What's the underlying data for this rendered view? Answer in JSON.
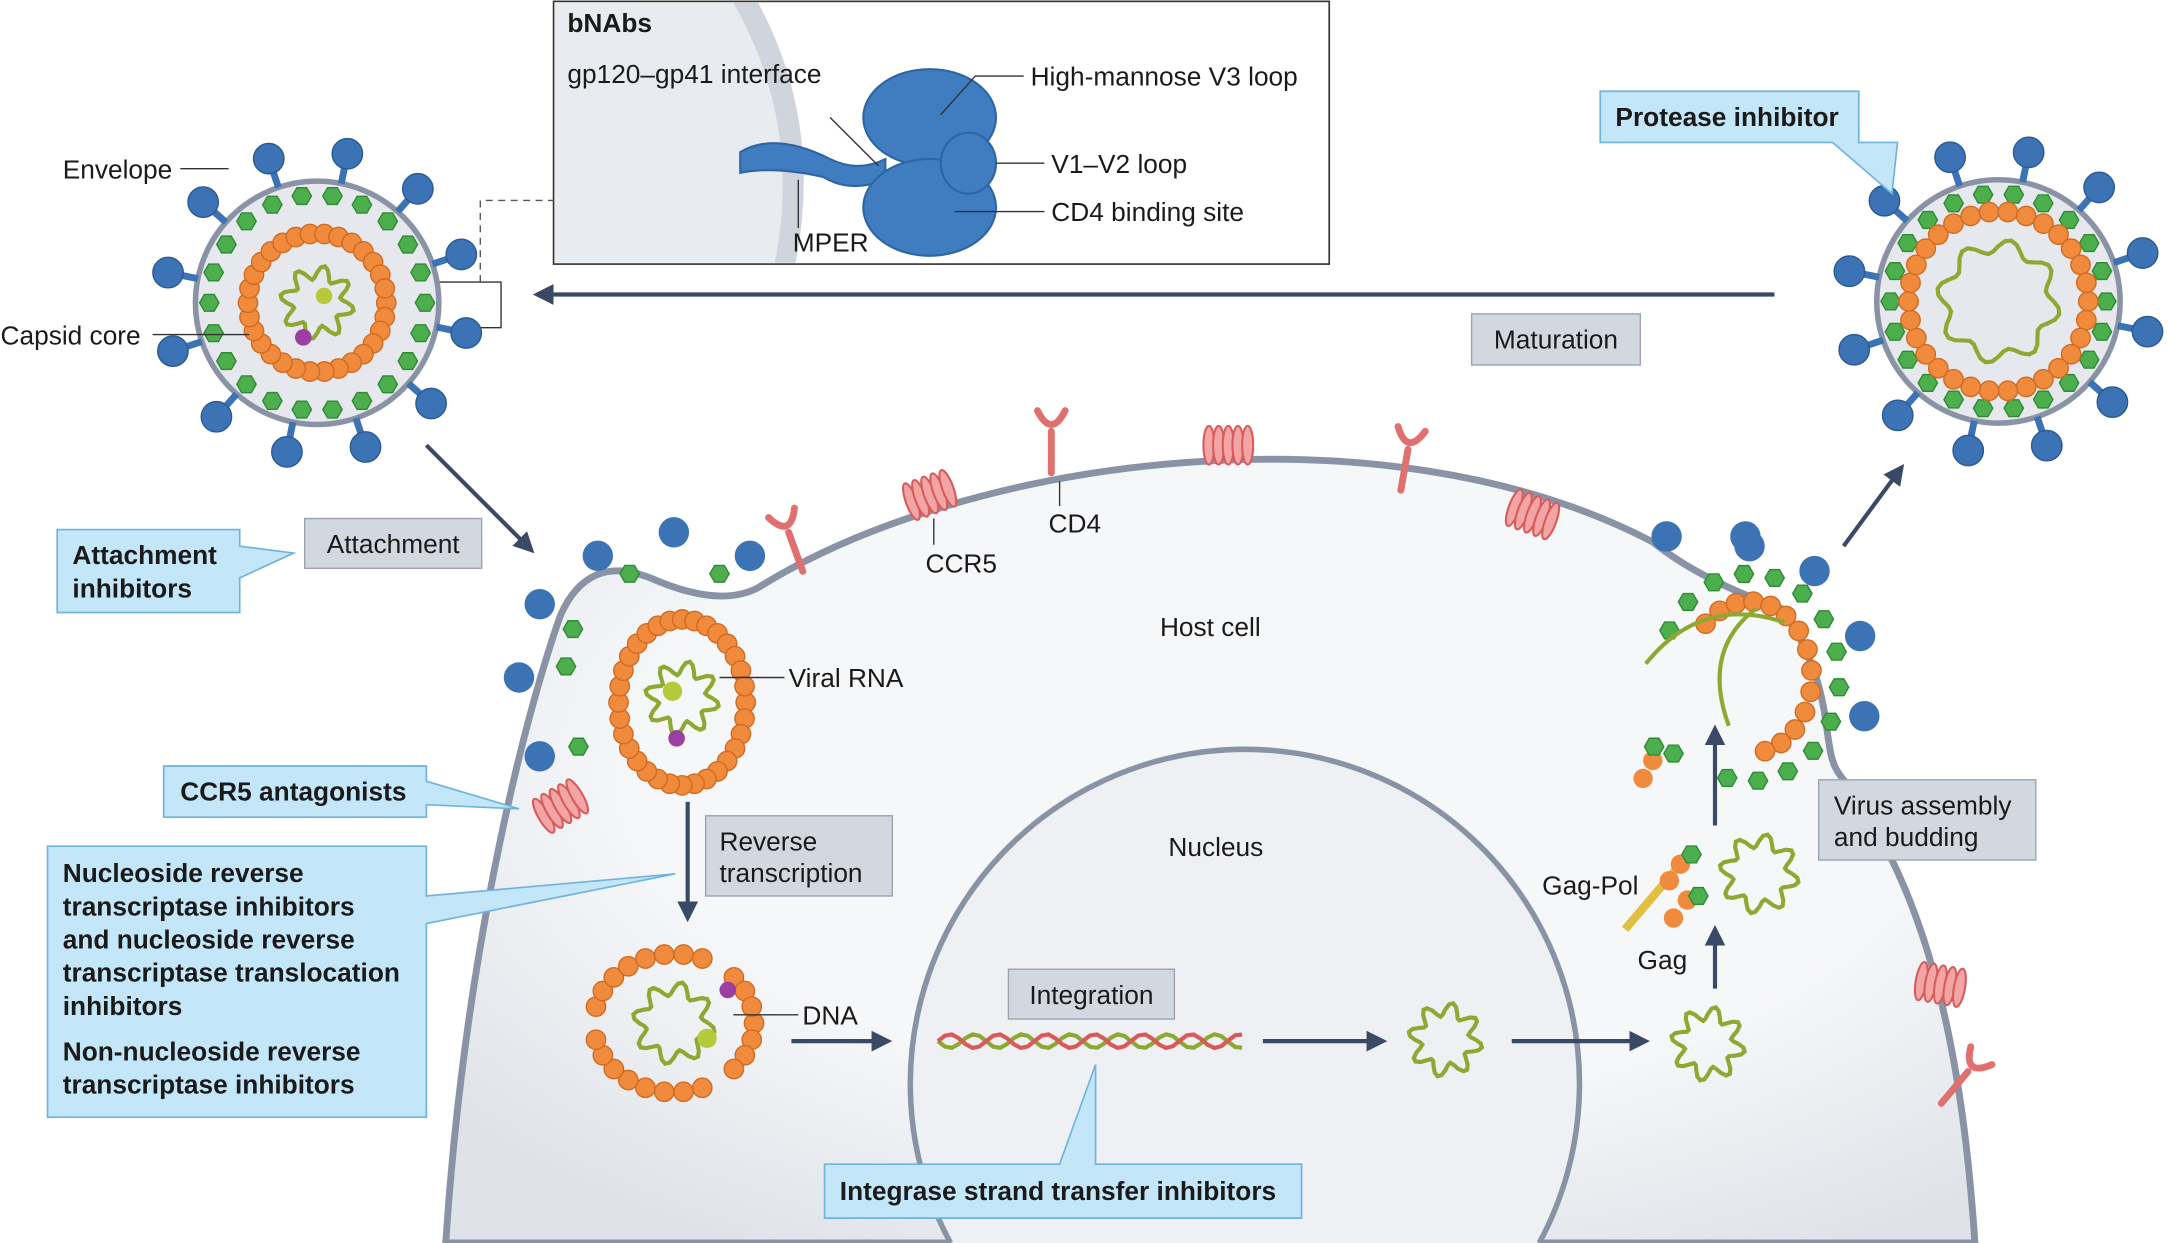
{
  "bnabs": {
    "title": "bNAbs",
    "labels": {
      "interface": "gp120–gp41 interface",
      "v3": "High-mannose V3 loop",
      "v1v2": "V1–V2 loop",
      "cd4site": "CD4 binding site",
      "mper": "MPER"
    }
  },
  "virion_labels": {
    "envelope": "Envelope",
    "capsid": "Capsid core"
  },
  "steps": {
    "attachment": "Attachment",
    "rt_line1": "Reverse",
    "rt_line2": "transcription",
    "integration": "Integration",
    "maturation": "Maturation",
    "assembly_line1": "Virus assembly",
    "assembly_line2": "and budding"
  },
  "drugs": {
    "attachment_line1": "Attachment",
    "attachment_line2": "inhibitors",
    "ccr5": "CCR5 antagonists",
    "nrti_lines": [
      "Nucleoside reverse",
      "transcriptase inhibitors",
      "and nucleoside reverse",
      "transcriptase translocation",
      "inhibitors"
    ],
    "nnrti_lines": [
      "Non-nucleoside reverse",
      "transcriptase inhibitors"
    ],
    "insti": "Integrase strand transfer inhibitors",
    "protease": "Protease inhibitor"
  },
  "cell_labels": {
    "host_cell": "Host cell",
    "nucleus": "Nucleus",
    "viral_rna": "Viral RNA",
    "ccr5": "CCR5",
    "cd4": "CD4",
    "dna": "DNA",
    "gag_pol": "Gag-Pol",
    "gag": "Gag"
  },
  "colors": {
    "drug_box": "#c3e6f8",
    "step_box": "#d3d8e0",
    "spike": "#3c73b4",
    "matrix": "#4cae4c",
    "capsid": "#f08a3c",
    "receptor": "#e07070",
    "rna": "#8fa832",
    "arrow": "#3a4a66"
  }
}
